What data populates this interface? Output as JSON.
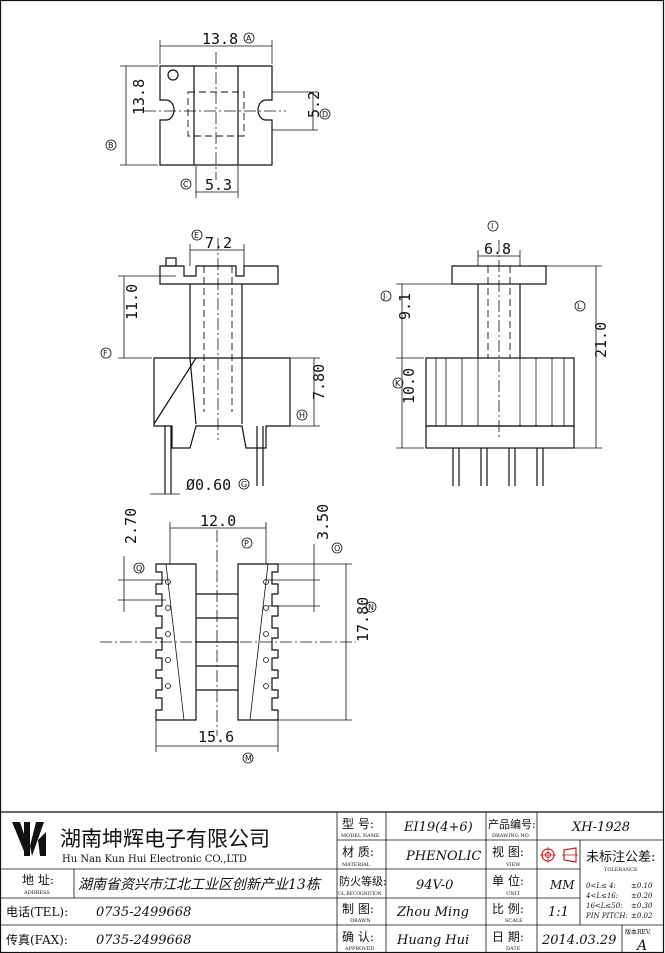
{
  "dimensions": {
    "top_width": "13.8",
    "top_height": "13.8",
    "slot_width": "5.3",
    "slot_height": "5.2",
    "front_core_width": "7.2",
    "front_flange_height": "11.0",
    "front_base_height": "7.80",
    "pin_diameter": "Ø0.60",
    "side_core_width": "6.8",
    "side_upper_height": "9.1",
    "side_base_height": "10.0",
    "side_total_height": "21.0",
    "bottom_width_top": "12.0",
    "bottom_pin_pitch_a": "2.70",
    "bottom_pin_pitch_b": "3.50",
    "bottom_height": "17.80",
    "bottom_width": "15.6"
  },
  "callouts": [
    "A",
    "B",
    "C",
    "D",
    "E",
    "F",
    "G",
    "H",
    "I",
    "J",
    "K",
    "L",
    "M",
    "N",
    "O",
    "P",
    "Q"
  ],
  "title_block": {
    "company_cn": "湖南坤辉电子有限公司",
    "company_en": "Hu Nan Kun Hui Electronic CO.,LTD",
    "address_label": "地 址:",
    "address_label_en": "ADDRESS",
    "address_value": "湖南省资兴市江北工业区创新产业13栋",
    "tel_label": "电话(TEL):",
    "tel_value": "0735-2499668",
    "fax_label": "传真(FAX):",
    "fax_value": "0735-2499668",
    "model_label": "型 号:",
    "model_label_en": "MODEL NAME",
    "model_value": "EI19(4+6)",
    "material_label": "材 质:",
    "material_label_en": "MATERIAL",
    "material_value": "PHENOLIC",
    "fire_label": "防火等级:",
    "fire_label_en": "UL RECOGNITION",
    "fire_value": "94V-0",
    "drawn_label": "制 图:",
    "drawn_label_en": "DRAWN",
    "drawn_value": "Zhou Ming",
    "approved_label": "确 认:",
    "approved_label_en": "APPROVED",
    "approved_value": "Huang Hui",
    "drawing_no_label": "产品编号:",
    "drawing_no_label_en": "DRAWING NO.",
    "drawing_no_value": "XH-1928",
    "view_label": "视 图:",
    "view_label_en": "VIEW",
    "unit_label": "单 位:",
    "unit_label_en": "UNIT",
    "unit_value": "MM",
    "scale_label": "比 例:",
    "scale_label_en": "SCALE",
    "scale_value": "1:1",
    "date_label": "日 期:",
    "date_label_en": "DATE",
    "date_value": "2014.03.29",
    "rev_label": "版本REV.",
    "rev_value": "A",
    "tolerance_label": "未标注公差:",
    "tolerance_label_en": "TOLERANCE",
    "tolerance_rows": [
      {
        "range": "0<L≤ 4:",
        "value": "±0.10"
      },
      {
        "range": "4<L≤16:",
        "value": "±0.20"
      },
      {
        "range": "16<L≤50:",
        "value": "±0.30"
      },
      {
        "range": "PIN PITCH:",
        "value": "±0.02"
      }
    ]
  }
}
